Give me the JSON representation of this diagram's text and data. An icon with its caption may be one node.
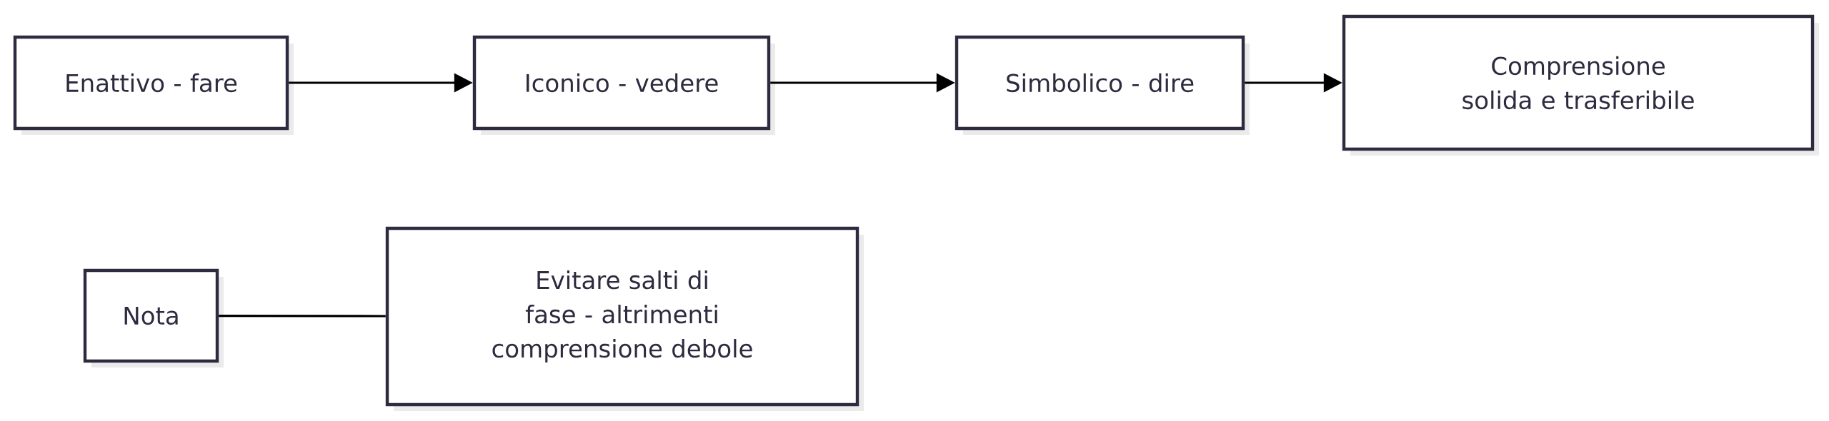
{
  "diagram": {
    "nodes": [
      {
        "text": [
          "Enattivo - fare"
        ]
      },
      {
        "text": [
          "Iconico - vedere"
        ]
      },
      {
        "text": [
          "Simbolico - dire"
        ]
      },
      {
        "text": [
          "Comprensione solida e trasferibile"
        ]
      },
      {
        "text": [
          "Nota"
        ]
      },
      {
        "text": [
          "Evitare salti di fase - altrimenti comprensione debole"
        ]
      }
    ],
    "edges": [
      {
        "from": 0,
        "to": 1,
        "arrow": "to"
      },
      {
        "from": 1,
        "to": 2,
        "arrow": "to"
      },
      {
        "from": 2,
        "to": 3,
        "arrow": "to"
      },
      {
        "from": 4,
        "to": 5,
        "arrow": "none"
      }
    ]
  }
}
